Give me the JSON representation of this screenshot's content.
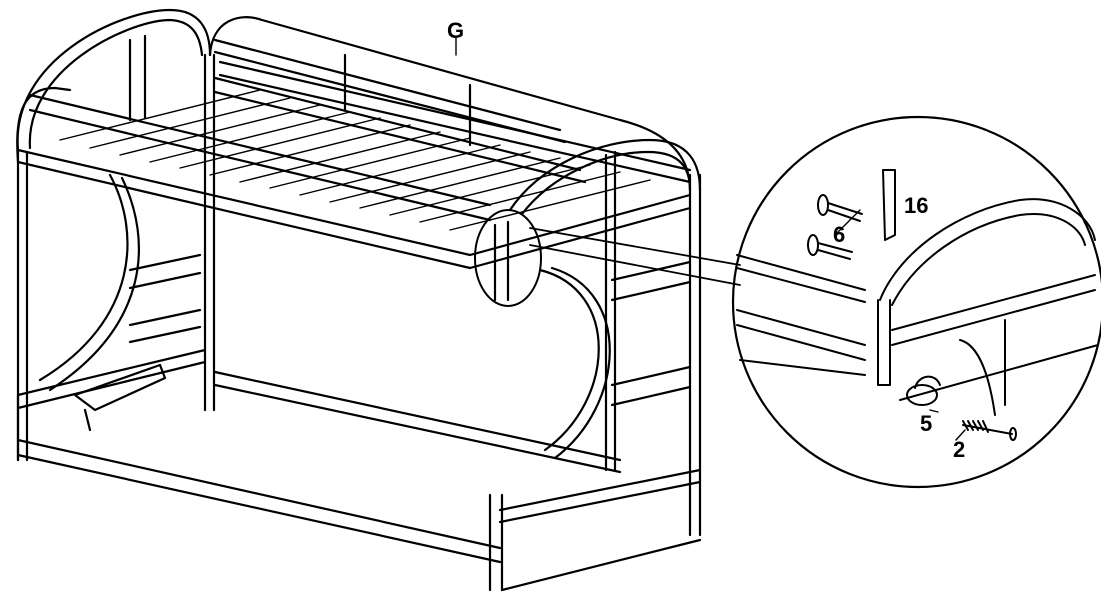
{
  "figure": {
    "labels": {
      "bed_frame": "G",
      "screw_long_a": "6",
      "screw_long_b": "6",
      "bracket": "16",
      "cap_nut": "5",
      "spring_pin": "2"
    },
    "line_color": "#000000",
    "background": "#ffffff"
  }
}
